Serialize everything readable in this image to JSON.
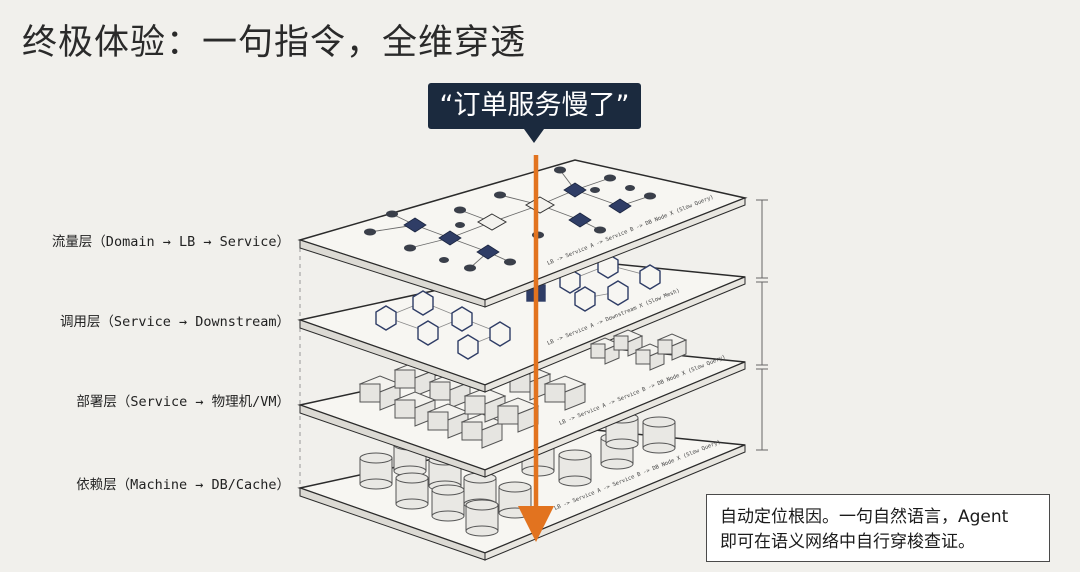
{
  "title": "终极体验：一句指令，全维穿透",
  "query": "“订单服务慢了”",
  "layers": [
    {
      "label": "流量层（Domain → LB → Service）",
      "path_text": "LB -> Service A -> Service B -> DB Node X (Slow Query)"
    },
    {
      "label": "调用层（Service → Downstream）",
      "path_text": "LB -> Service A -> Downstream X (Slow Mesh)"
    },
    {
      "label": "部署层（Service → 物理机/VM）",
      "path_text": "LB -> Service A -> Service B -> DB Node X (Slow Query)"
    },
    {
      "label": "依赖层（Machine → DB/Cache）",
      "path_text": "LB -> Service A -> Service B -> DB Node X (Slow Query)"
    }
  ],
  "note": {
    "line1": "自动定位根因。一句自然语言，Agent",
    "line2": "即可在语义网络中自行穿梭查证。"
  },
  "colors": {
    "trace_line": "#e2731f",
    "query_bg": "#1b2a3e",
    "node_dark": "#2f3d66",
    "plane_fill": "#f7f6f2",
    "plane_stroke": "#2b2b2b"
  }
}
